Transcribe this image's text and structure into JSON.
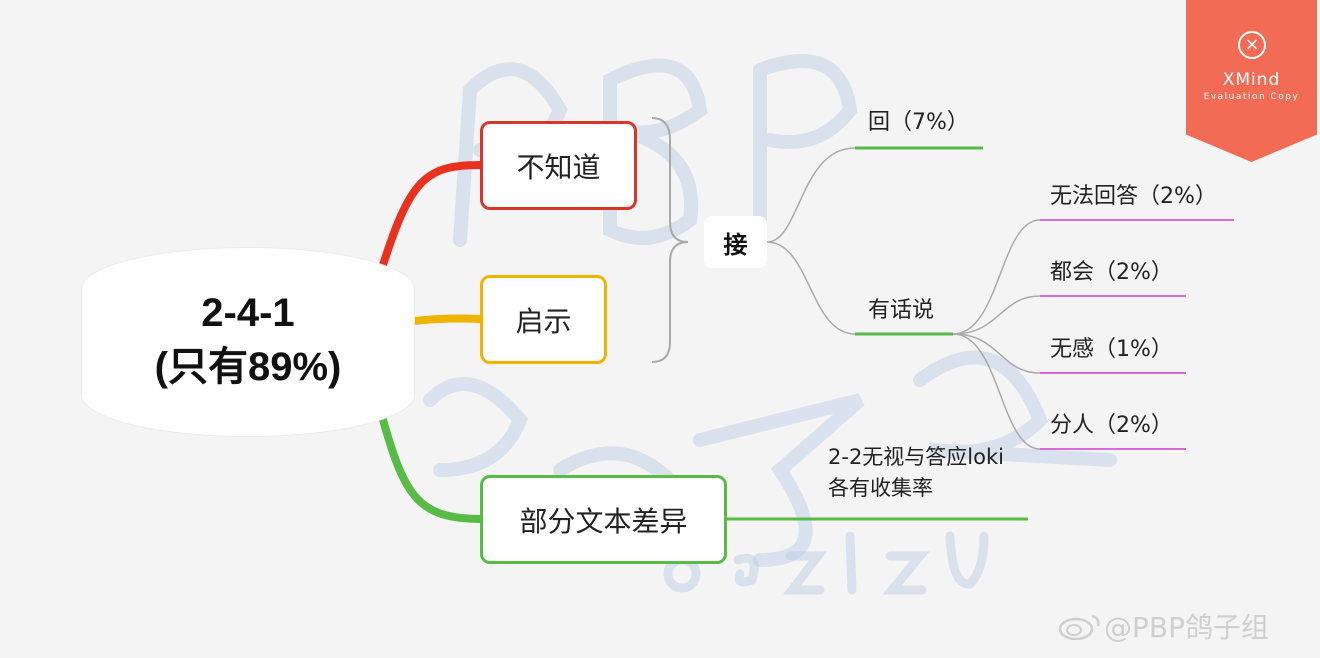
{
  "root": {
    "line1": "2-4-1",
    "line2": "(只有89%)"
  },
  "topics": {
    "red": "不知道",
    "yellow": "启示",
    "green": "部分文本差异"
  },
  "connector": {
    "label": "接"
  },
  "branches": {
    "hui": "回（7%）",
    "youhuashuo": "有话说",
    "sub": [
      "无法回答（2%）",
      "都会（2%）",
      "无感（1%）",
      "分人（2%）"
    ]
  },
  "note": {
    "line1": "2-2无视与答应loki",
    "line2": "各有收集率"
  },
  "watermark": {
    "title": "XMind",
    "subtitle": "Evaluation Copy",
    "logo": "×"
  },
  "footer": {
    "text": "@PBP鸽子组"
  },
  "colors": {
    "red": "#d8352b",
    "yellow": "#f0b400",
    "green": "#58bb45",
    "pink": "#d96bd8",
    "badge": "#f26b55",
    "connector": "#aaaaaa"
  }
}
